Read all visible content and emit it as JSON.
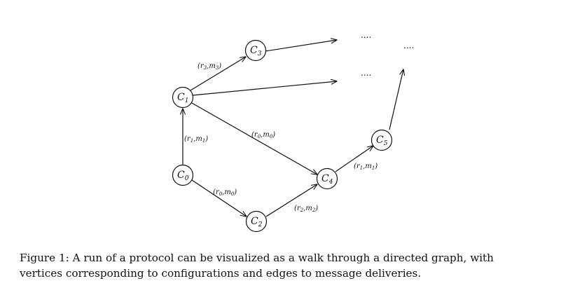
{
  "figure": {
    "nodes": [
      {
        "id": "C0",
        "base": "C",
        "sub": "0"
      },
      {
        "id": "C1",
        "base": "C",
        "sub": "1"
      },
      {
        "id": "C2",
        "base": "C",
        "sub": "2"
      },
      {
        "id": "C3",
        "base": "C",
        "sub": "3"
      },
      {
        "id": "C4",
        "base": "C",
        "sub": "4"
      },
      {
        "id": "C5",
        "base": "C",
        "sub": "5"
      }
    ],
    "edges": [
      {
        "from": "C0",
        "to": "C1",
        "label": {
          "r": "1",
          "m": "1"
        }
      },
      {
        "from": "C0",
        "to": "C2",
        "label": {
          "r": "0",
          "m": "0"
        }
      },
      {
        "from": "C2",
        "to": "C4",
        "label": {
          "r": "2",
          "m": "2"
        }
      },
      {
        "from": "C1",
        "to": "C4",
        "label": {
          "r": "0",
          "m": "0"
        }
      },
      {
        "from": "C1",
        "to": "C3",
        "label": {
          "r": "3",
          "m": "3"
        }
      },
      {
        "from": "C4",
        "to": "C5",
        "label": {
          "r": "1",
          "m": "1"
        }
      },
      {
        "from": "C1",
        "to": "dotsB",
        "label": null
      },
      {
        "from": "C3",
        "to": "dotsA",
        "label": null
      },
      {
        "from": "C5",
        "to": "dotsC",
        "label": null
      }
    ],
    "continuations": [
      "....",
      "....",
      "...."
    ]
  },
  "caption": {
    "line1": "Figure 1:  A run of a protocol can be visualized as a walk through a directed graph, with",
    "line2": "vertices corresponding to configurations and edges to message deliveries."
  }
}
